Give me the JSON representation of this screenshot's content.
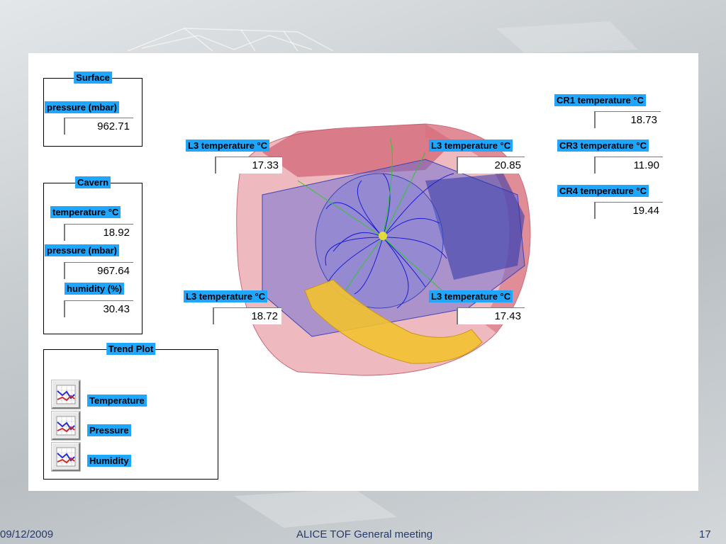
{
  "surface": {
    "title": "Surface",
    "pressure_label": "pressure (mbar)",
    "pressure_value": "962.71"
  },
  "cavern": {
    "title": "Cavern",
    "temperature_label": "temperature °C",
    "temperature_value": "18.92",
    "pressure_label": "pressure (mbar)",
    "pressure_value": "967.64",
    "humidity_label": "humidity (%)",
    "humidity_value": "30.43"
  },
  "trend_plot": {
    "title": "Trend Plot",
    "items": [
      {
        "label": "Temperature"
      },
      {
        "label": "Pressure"
      },
      {
        "label": "Humidity"
      }
    ]
  },
  "l3": {
    "top_left": {
      "label": "L3 temperature °C",
      "value": "17.33"
    },
    "top_right": {
      "label": "L3 temperature °C",
      "value": "20.85"
    },
    "bottom_left": {
      "label": "L3 temperature °C",
      "value": "18.72"
    },
    "bottom_right": {
      "label": "L3 temperature °C",
      "value": "17.43"
    }
  },
  "cr": {
    "cr1": {
      "label": "CR1 temperature °C",
      "value": "18.73"
    },
    "cr3": {
      "label": "CR3 temperature °C",
      "value": "11.90"
    },
    "cr4": {
      "label": "CR4 temperature °C",
      "value": "19.44"
    }
  },
  "footer": {
    "date": "09/12/2009",
    "title": "ALICE TOF General meeting",
    "page": "17"
  },
  "colors": {
    "label_bg": "#1fa7ff",
    "footer_text": "#27396b",
    "magnet_red": "#e07f8a",
    "detector_blue": "#5b63d6",
    "absorber_yellow": "#f2c230"
  }
}
